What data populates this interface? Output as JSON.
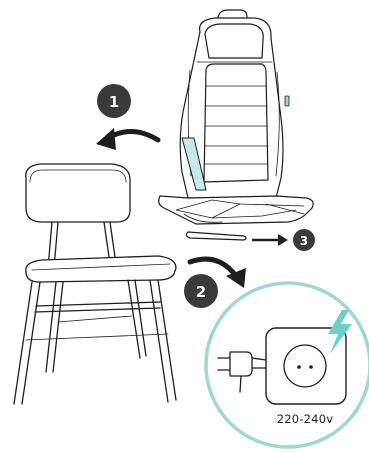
{
  "colors": {
    "line": "#1e1e1e",
    "badge": "#3a3a3a",
    "accent": "#9fd6d8",
    "accent_fill": "#c6e9ea",
    "bolt": "#6ccfcc"
  },
  "steps": [
    {
      "number": "1"
    },
    {
      "number": "2"
    },
    {
      "number": "3"
    }
  ],
  "outlet": {
    "voltage_label": "220-240v",
    "icon": "lightning-bolt-icon"
  }
}
